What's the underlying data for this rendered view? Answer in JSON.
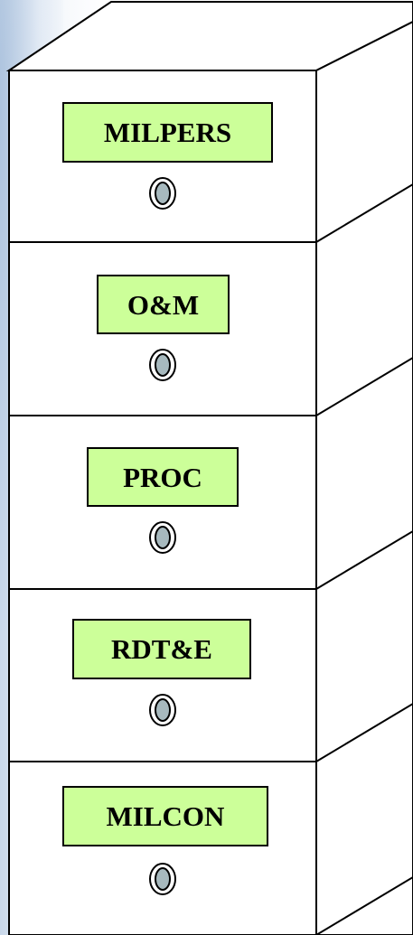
{
  "drawers": [
    {
      "label": "MILPERS"
    },
    {
      "label": "O&M"
    },
    {
      "label": "PROC"
    },
    {
      "label": "RDT&E"
    },
    {
      "label": "MILCON"
    }
  ],
  "colors": {
    "label_fill": "#ccff99",
    "knob_fill": "#a7b9be",
    "outline": "#000000"
  }
}
